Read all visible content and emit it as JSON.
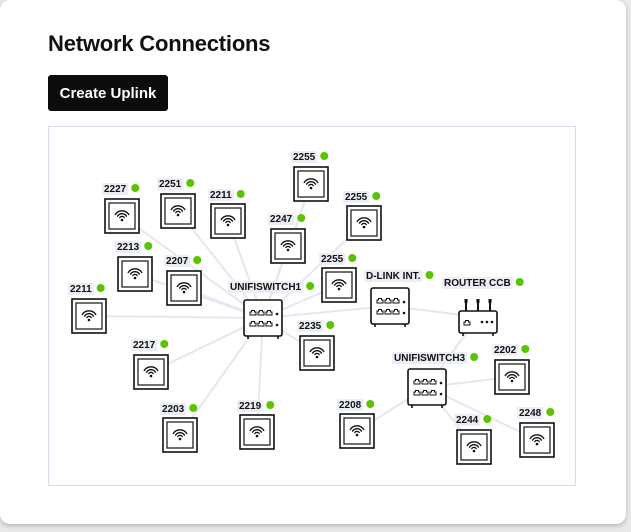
{
  "page": {
    "title": "Network Connections"
  },
  "toolbar": {
    "create_uplink_label": "Create Uplink"
  },
  "colors": {
    "online": "#5bc400",
    "edge": "#e6e6f3",
    "accent_button": "#0c0c0c"
  },
  "network": {
    "nodes": [
      {
        "id": "ap-2255-a",
        "label": "2255",
        "kind": "access-point",
        "status": "online",
        "icon": "wifi-icon"
      },
      {
        "id": "ap-2227",
        "label": "2227",
        "kind": "access-point",
        "status": "online",
        "icon": "wifi-icon"
      },
      {
        "id": "ap-2251",
        "label": "2251",
        "kind": "access-point",
        "status": "online",
        "icon": "wifi-icon"
      },
      {
        "id": "ap-2211-a",
        "label": "2211",
        "kind": "access-point",
        "status": "online",
        "icon": "wifi-icon"
      },
      {
        "id": "ap-2255-b",
        "label": "2255",
        "kind": "access-point",
        "status": "online",
        "icon": "wifi-icon"
      },
      {
        "id": "ap-2247",
        "label": "2247",
        "kind": "access-point",
        "status": "online",
        "icon": "wifi-icon"
      },
      {
        "id": "ap-2213",
        "label": "2213",
        "kind": "access-point",
        "status": "online",
        "icon": "wifi-icon"
      },
      {
        "id": "ap-2207",
        "label": "2207",
        "kind": "access-point",
        "status": "online",
        "icon": "wifi-icon"
      },
      {
        "id": "ap-2255-c",
        "label": "2255",
        "kind": "access-point",
        "status": "online",
        "icon": "wifi-icon"
      },
      {
        "id": "ap-2211-b",
        "label": "2211",
        "kind": "access-point",
        "status": "online",
        "icon": "wifi-icon"
      },
      {
        "id": "sw-unifi1",
        "label": "UNIFISWITCH1",
        "kind": "switch",
        "status": "online",
        "icon": "switch-icon"
      },
      {
        "id": "sw-dlink",
        "label": "D-LINK INT.",
        "kind": "switch",
        "status": "online",
        "icon": "switch-icon"
      },
      {
        "id": "rt-ccb",
        "label": "ROUTER CCB",
        "kind": "router",
        "status": "online",
        "icon": "router-icon"
      },
      {
        "id": "ap-2235",
        "label": "2235",
        "kind": "access-point",
        "status": "online",
        "icon": "wifi-icon"
      },
      {
        "id": "ap-2217",
        "label": "2217",
        "kind": "access-point",
        "status": "online",
        "icon": "wifi-icon"
      },
      {
        "id": "sw-unifi3",
        "label": "UNIFISWITCH3",
        "kind": "switch",
        "status": "online",
        "icon": "switch-icon"
      },
      {
        "id": "ap-2202",
        "label": "2202",
        "kind": "access-point",
        "status": "online",
        "icon": "wifi-icon"
      },
      {
        "id": "ap-2203",
        "label": "2203",
        "kind": "access-point",
        "status": "online",
        "icon": "wifi-icon"
      },
      {
        "id": "ap-2219",
        "label": "2219",
        "kind": "access-point",
        "status": "online",
        "icon": "wifi-icon"
      },
      {
        "id": "ap-2208",
        "label": "2208",
        "kind": "access-point",
        "status": "online",
        "icon": "wifi-icon"
      },
      {
        "id": "ap-2244",
        "label": "2244",
        "kind": "access-point",
        "status": "online",
        "icon": "wifi-icon"
      },
      {
        "id": "ap-2248",
        "label": "2248",
        "kind": "access-point",
        "status": "online",
        "icon": "wifi-icon"
      }
    ],
    "links": [
      [
        "sw-unifi1",
        "ap-2255-a"
      ],
      [
        "sw-unifi1",
        "ap-2227"
      ],
      [
        "sw-unifi1",
        "ap-2251"
      ],
      [
        "sw-unifi1",
        "ap-2211-a"
      ],
      [
        "sw-unifi1",
        "ap-2255-b"
      ],
      [
        "sw-unifi1",
        "ap-2247"
      ],
      [
        "sw-unifi1",
        "ap-2213"
      ],
      [
        "sw-unifi1",
        "ap-2207"
      ],
      [
        "sw-unifi1",
        "ap-2255-c"
      ],
      [
        "sw-unifi1",
        "ap-2211-b"
      ],
      [
        "sw-unifi1",
        "ap-2235"
      ],
      [
        "sw-unifi1",
        "ap-2217"
      ],
      [
        "sw-unifi1",
        "ap-2203"
      ],
      [
        "sw-unifi1",
        "ap-2219"
      ],
      [
        "sw-unifi1",
        "sw-dlink"
      ],
      [
        "sw-dlink",
        "rt-ccb"
      ],
      [
        "rt-ccb",
        "sw-unifi3"
      ],
      [
        "sw-unifi3",
        "ap-2202"
      ],
      [
        "sw-unifi3",
        "ap-2208"
      ],
      [
        "sw-unifi3",
        "ap-2244"
      ],
      [
        "sw-unifi3",
        "ap-2248"
      ]
    ]
  }
}
